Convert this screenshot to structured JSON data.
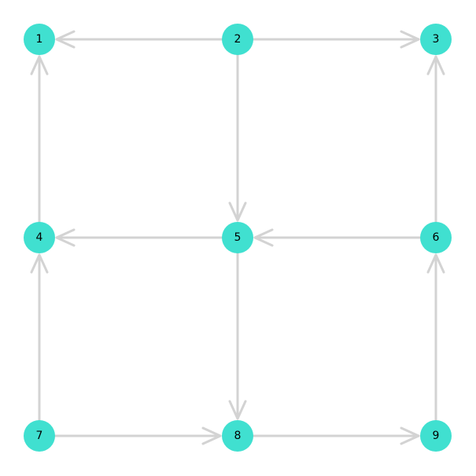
{
  "graph": {
    "edge_color": "#d3d3d3",
    "node_color": "#40e0d0",
    "label_color": "#000000",
    "nodes": [
      {
        "id": "1",
        "label": "1",
        "row": 0,
        "col": 0
      },
      {
        "id": "2",
        "label": "2",
        "row": 0,
        "col": 1
      },
      {
        "id": "3",
        "label": "3",
        "row": 0,
        "col": 2
      },
      {
        "id": "4",
        "label": "4",
        "row": 1,
        "col": 0
      },
      {
        "id": "5",
        "label": "5",
        "row": 1,
        "col": 1
      },
      {
        "id": "6",
        "label": "6",
        "row": 1,
        "col": 2
      },
      {
        "id": "7",
        "label": "7",
        "row": 2,
        "col": 0
      },
      {
        "id": "8",
        "label": "8",
        "row": 2,
        "col": 1
      },
      {
        "id": "9",
        "label": "9",
        "row": 2,
        "col": 2
      }
    ],
    "edges": [
      {
        "from": "2",
        "to": "1"
      },
      {
        "from": "2",
        "to": "3"
      },
      {
        "from": "2",
        "to": "5"
      },
      {
        "from": "4",
        "to": "1"
      },
      {
        "from": "6",
        "to": "3"
      },
      {
        "from": "5",
        "to": "4"
      },
      {
        "from": "6",
        "to": "5"
      },
      {
        "from": "5",
        "to": "8"
      },
      {
        "from": "7",
        "to": "4"
      },
      {
        "from": "9",
        "to": "6"
      },
      {
        "from": "7",
        "to": "8"
      },
      {
        "from": "8",
        "to": "9"
      }
    ]
  }
}
